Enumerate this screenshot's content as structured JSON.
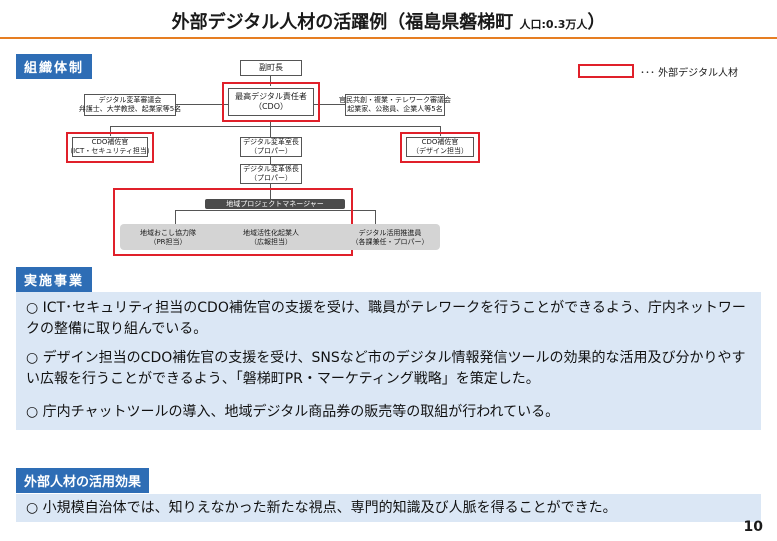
{
  "header": {
    "title_main": "外部デジタル人材の活躍例（福島県磐梯町",
    "title_small": "人口:0.3万人",
    "title_close": "）"
  },
  "legend": {
    "text": "･･･ 外部デジタル人材"
  },
  "sections": {
    "org": "組織体制",
    "projects": "実施事業",
    "effects": "外部人材の活用効果"
  },
  "org_chart": {
    "deputy_mayor": "副町長",
    "cdo": {
      "line1": "最高デジタル責任者",
      "line2": "（CDO）"
    },
    "left_council": {
      "line1": "デジタル変革審議会",
      "line2": "弁護士、大学教授、起業家等5名"
    },
    "right_council": {
      "line1": "官民共創・複業・テレワーク審議会",
      "line2": "起業家、公務員、企業人等5名"
    },
    "cdo_aide_left": {
      "line1": "CDO補佐官",
      "line2": "（ICT・セキュリティ担当）"
    },
    "dx_office_head": {
      "line1": "デジタル変革室長",
      "line2": "（プロパー）"
    },
    "cdo_aide_right": {
      "line1": "CDO補佐官",
      "line2": "（デザイン担当）"
    },
    "dx_section_head": {
      "line1": "デジタル変革係長",
      "line2": "（プロパー）"
    },
    "regional_pm": "地域プロジェクトマネージャー",
    "cooperation": {
      "line1": "地域おこし協力隊",
      "line2": "（PR担当）"
    },
    "revitalization": {
      "line1": "地域活性化起業人",
      "line2": "（広報担当）"
    },
    "promoter": {
      "line1": "デジタル活用推進員",
      "line2": "（各課兼任・プロパー）"
    }
  },
  "projects": [
    "○  ICT･セキュリティ担当のCDO補佐官の支援を受け、職員がテレワークを行うことができるよう、庁内ネットワークの整備に取り組んでいる。",
    "○  デザイン担当のCDO補佐官の支援を受け、SNSなど市のデジタル情報発信ツールの効果的な活用及び分かりやすい広報を行うことができるよう、「磐梯町PR・マーケティング戦略」を策定した。",
    "○  庁内チャットツールの導入、地域デジタル商品券の販売等の取組が行われている。"
  ],
  "effects": [
    "○  小規模自治体では、知りえなかった新たな視点、専門的知識及び人脈を得ることができた。"
  ],
  "page_number": "10",
  "colors": {
    "accent_blue": "#2e6db5",
    "panel_blue": "#dbe7f5",
    "highlight_red": "#e0202a",
    "rule_orange": "#e67e22"
  }
}
